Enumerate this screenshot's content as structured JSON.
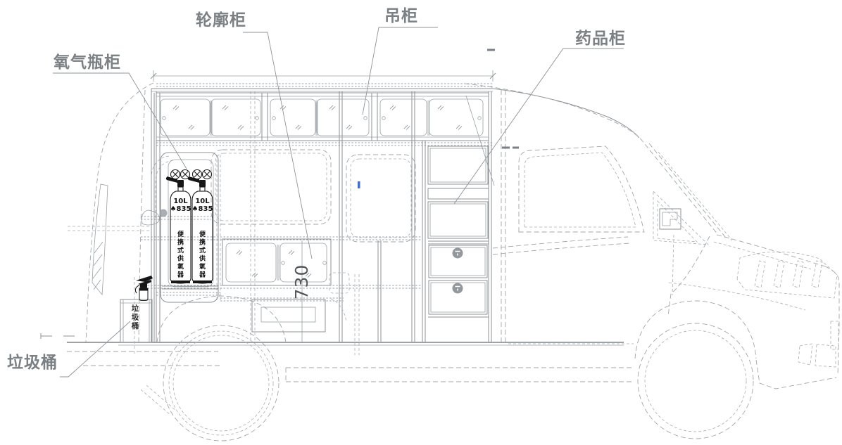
{
  "drawing_labels": {
    "oxygen_cabinet": "氧气瓶柜",
    "contour_cabinet": "轮廓柜",
    "overhead_cabinet": "吊柜",
    "medicine_cabinet": "药品柜",
    "trash_bin": "垃圾桶"
  },
  "annotations": {
    "dimension_730": "730",
    "bottle_capacity": "10L",
    "bottle_height_mark": "♠835",
    "bottle_side_text": "便携式供氧器",
    "trash_bin_side_text": "垃圾桶"
  },
  "colors": {
    "background": "#ffffff",
    "body_line": "#9aa0a4",
    "furniture_line": "#8d9296",
    "label_text": "#7b8084",
    "dark_detail": "#161616",
    "blue_mark": "#3f6fd6"
  }
}
